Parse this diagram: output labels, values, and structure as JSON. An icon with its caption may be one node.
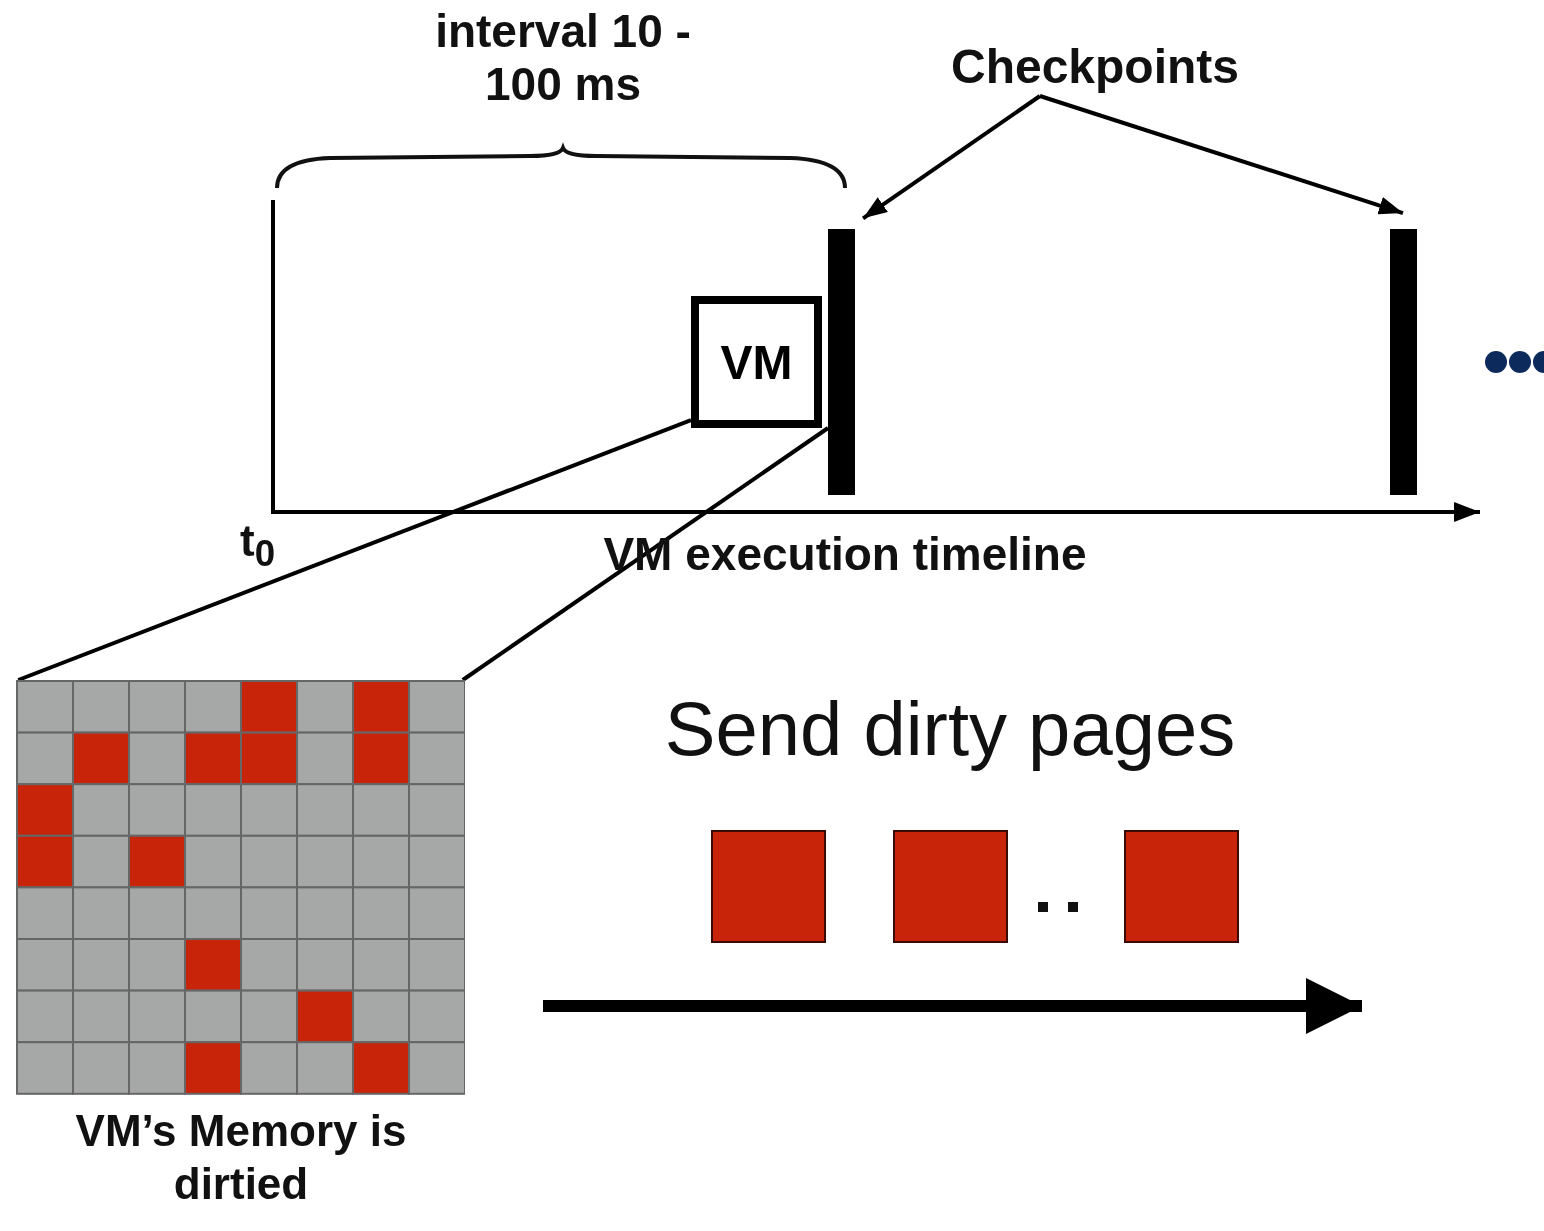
{
  "diagram": {
    "nodes": [
      {
        "text": [
          "Checkpoints"
        ]
      },
      {
        "text": [
          "VM"
        ]
      },
      {
        "text": [],
        "shape": "bar"
      },
      {
        "text": [],
        "shape": "bar"
      },
      {
        "text": [
          "VM’s Memory is dirtied"
        ]
      },
      {
        "text": [],
        "shape": "box"
      },
      {
        "text": [],
        "shape": "box"
      },
      {
        "text": [],
        "shape": "box"
      }
    ],
    "edges": [
      {
        "from": 0,
        "to": 2,
        "arrow": "to"
      },
      {
        "from": 0,
        "to": 3,
        "arrow": "to"
      },
      {
        "from": 1,
        "to": 4,
        "arrow": "none"
      },
      {
        "from": 1,
        "to": 4,
        "arrow": "none"
      }
    ],
    "labels": [
      "interval 10 - 100 ms",
      "t$_{0}$",
      "VM execution timeline",
      "Send dirty pages"
    ]
  }
}
